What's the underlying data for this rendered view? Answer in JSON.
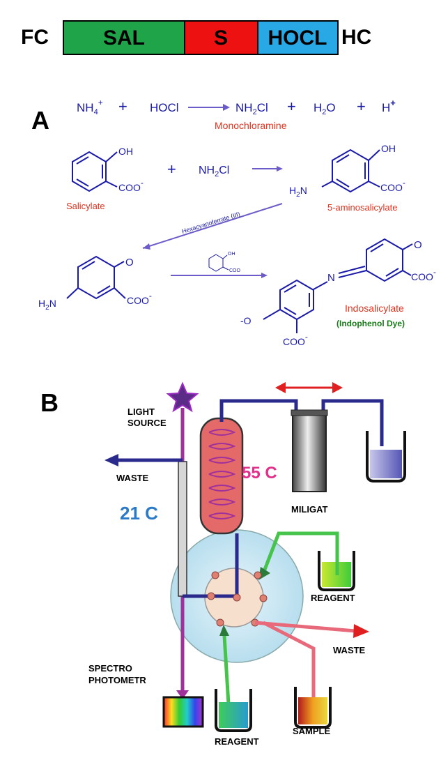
{
  "segment_bar": {
    "left_label": "FC",
    "right_label": "HC",
    "segments": [
      {
        "label": "SAL",
        "color": "#1fa44a"
      },
      {
        "label": "S",
        "color": "#ee1111"
      },
      {
        "label": "HOCL",
        "color": "#29a8e6"
      }
    ]
  },
  "panel_a": {
    "letter": "A",
    "reaction1": {
      "reactant1": "NH",
      "reactant1_sub": "4",
      "reactant1_sup": "+",
      "plus": "+",
      "reactant2": "HOCl",
      "product1_a": "NH",
      "product1_sub": "2",
      "product1_b": "Cl",
      "product2_a": "H",
      "product2_sub": "2",
      "product2_b": "O",
      "product3": "H",
      "product3_sup": "+",
      "product_name": "Monochloramine"
    },
    "reaction2": {
      "reagent_a": "NH",
      "reagent_sub": "2",
      "reagent_b": "Cl",
      "reactant_name": "Salicylate",
      "product_name": "5-aminosalicylate"
    },
    "catalyst": "Hexacyanoferrate (III)",
    "product_name": "Indosalicylate",
    "product_subname": "(Indophenol Dye)",
    "groups": {
      "oh": "OH",
      "coo": "COO",
      "charge_minus": "-",
      "h2n_a": "H",
      "h2n_sub": "2",
      "h2n_b": "N",
      "o": "O",
      "n": "N",
      "o_minus": "-O"
    }
  },
  "panel_b": {
    "letter": "B",
    "light_source_line1": "LIGHT",
    "light_source_line2": "SOURCE",
    "waste_left": "WASTE",
    "temp_low": "21 C",
    "temp_high": "55 C",
    "miligat": "MILIGAT",
    "reagent_right": "REAGENT",
    "waste_right": "WASTE",
    "spectro_line1": "SPECTRO",
    "spectro_line2": "PHOTOMETR",
    "reagent_bottom": "REAGENT",
    "sample": "SAMPLE",
    "colors": {
      "tube": "#2a2a8c",
      "light_path": "#a0309a",
      "heater": "#e46a6a",
      "valve_outer": "#cfe9f3",
      "green_line": "#46c34a",
      "pink_line": "#e86a7a",
      "red_arrow": "#e02020"
    }
  }
}
